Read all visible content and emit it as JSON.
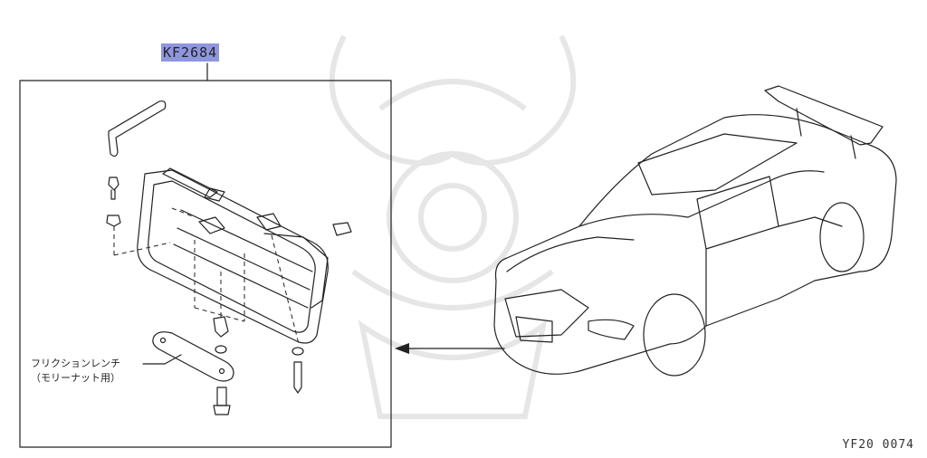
{
  "part_number": "KF2684",
  "callout": {
    "line1": "フリクションレンチ",
    "line2": "（モリーナット用）"
  },
  "reference_code": "YF20 0074",
  "colors": {
    "highlight": "#8f96e0",
    "line": "#222222",
    "watermark": "#e6e6e6"
  }
}
